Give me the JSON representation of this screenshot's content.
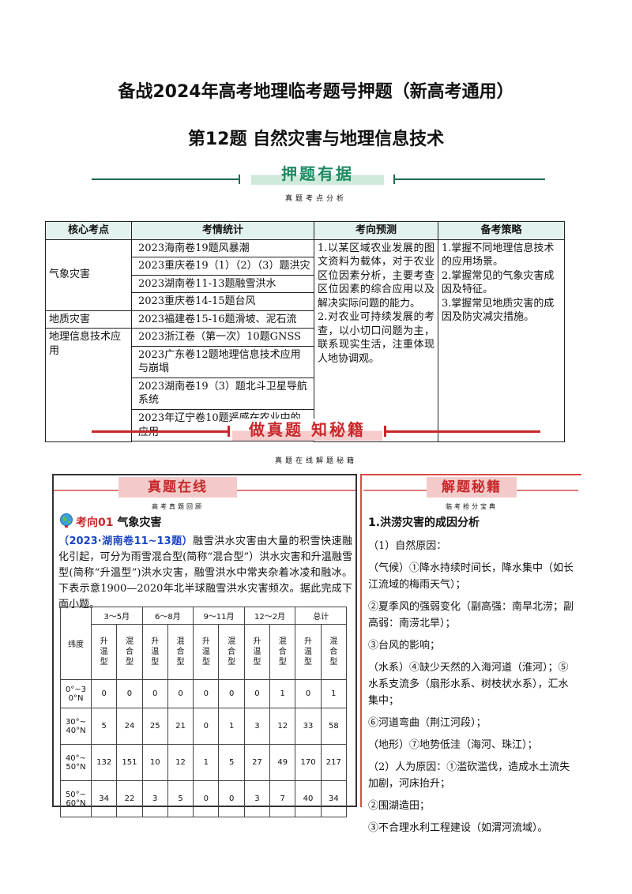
{
  "header": {
    "title": "备战2024年高考地理临考题号押题（新高考通用）",
    "subtitle": "第12题 自然灾害与地理信息技术"
  },
  "banner1": {
    "label": "押题有据",
    "sub": "真题考点分析"
  },
  "table1": {
    "headers": [
      "核心考点",
      "考情统计",
      "考向预测",
      "备考策略"
    ],
    "groups": [
      {
        "topic": "气象灾害",
        "items": [
          "2023海南卷19题风暴潮",
          "2023重庆卷19（1）（2）（3）题洪灾",
          "2023湖南卷11-13题融雪洪水",
          "2023重庆卷14-15题台风"
        ]
      },
      {
        "topic": "地质灾害",
        "items": [
          "2023福建卷15-16题滑坡、泥石流"
        ]
      },
      {
        "topic": "地理信息技术应用",
        "items": [
          "2023浙江卷（第一次）10题GNSS",
          "2023广东卷12题地理信息技术应用与崩塌",
          "2023湖南卷19（3）题北斗卫星导航系统",
          "2023年辽宁卷10题遥感在农业中的应用"
        ]
      }
    ],
    "forecast": "1.以某区域农业发展的图文资料为载体，对于农业区位因素分析，主要考查区位因素的综合应用以及解决实际问题的能力。\n2.对农业可持续发展的考查，以小切口问题为主，联系现实生活，注重体现人地协调观。",
    "strategy": "1.掌握不同地理信息技术的应用场景。\n2.掌握常见的气象灾害成因及特征。\n3.掌握常见地质灾害的成因及防灾减灾措施。"
  },
  "banner2": {
    "label": "做真题 知秘籍",
    "sub": "真题在线解题秘籍"
  },
  "left_panel": {
    "title": "真题在线",
    "sub": "高考真题回顾",
    "section_prefix": "考向01",
    "section_name": "气象灾害",
    "source": "（2023·湖南卷11~13题）",
    "intro": "融雪洪水灾害由大量的积雪快速融化引起，可分为雨雪混合型(简称“混合型”）洪水灾害和升温融雪型(简称“升温型”)洪水灾害，融雪洪水中常夹杂着冰凌和融冰。下表示意1900—2020年北半球融雪洪水灾害频次。据此完成下面小题。",
    "table": {
      "lat_header": "纬度",
      "seasons": [
        "3～5月",
        "6～8月",
        "9～11月",
        "12～2月",
        "总计"
      ],
      "types": [
        "升温型",
        "混合型"
      ],
      "rows": [
        {
          "lat": "0°~30°N",
          "values": [
            "0",
            "0",
            "0",
            "0",
            "0",
            "0",
            "0",
            "1",
            "0",
            "1"
          ]
        },
        {
          "lat": "30°~40°N",
          "values": [
            "5",
            "24",
            "25",
            "21",
            "0",
            "1",
            "3",
            "12",
            "33",
            "58"
          ]
        },
        {
          "lat": "40°~50°N",
          "values": [
            "132",
            "151",
            "10",
            "12",
            "1",
            "5",
            "27",
            "49",
            "170",
            "217"
          ]
        },
        {
          "lat": "50°~60°N",
          "values": [
            "34",
            "22",
            "3",
            "5",
            "0",
            "0",
            "3",
            "7",
            "40",
            "34"
          ]
        }
      ]
    }
  },
  "right_panel": {
    "title": "解题秘籍",
    "sub": "临考抢分宝典",
    "heading": "1.洪涝灾害的成因分析",
    "lines": [
      "（1）自然原因：",
      "（气候）①降水持续时间长，降水集中（如长江流域的梅雨天气）；",
      "②夏季风的强弱变化（副高强：南旱北涝；副高弱：南涝北旱）；",
      "③台风的影响；",
      "（水系）④缺少天然的入海河道（淮河）；⑤水系支流多（扇形水系、树枝状水系），汇水集中；",
      "⑥河道弯曲（荆江河段）；",
      "（地形）⑦地势低洼（海河、珠江）；",
      "（2）人为原因：①滥砍滥伐，造成水土流失加剧，河床抬升；",
      "②围湖造田；",
      "③不合理水利工程建设（如渭河流域）。"
    ]
  }
}
